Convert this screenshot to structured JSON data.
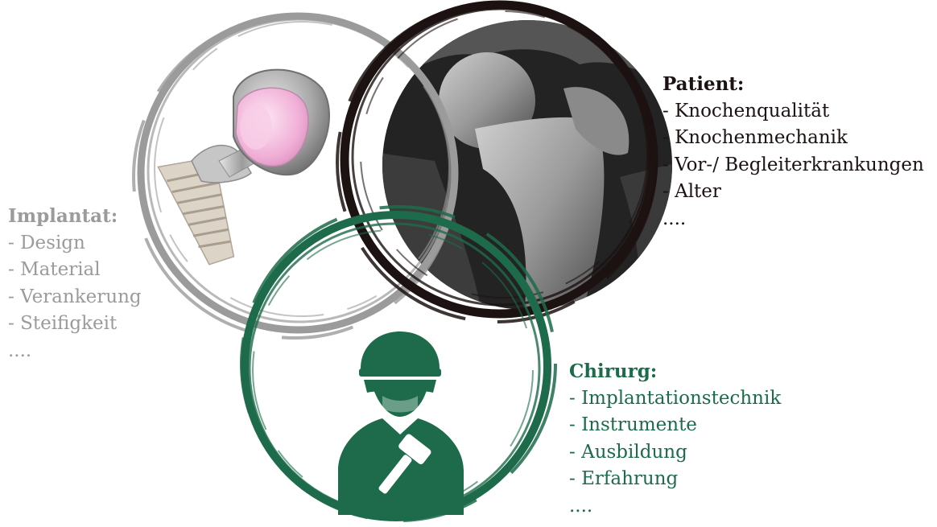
{
  "colors": {
    "implant": "#9b9b9b",
    "patient": "#1c1211",
    "surgeon": "#1d6b4a",
    "ceramic_pink": "#f3b9dc",
    "metal": "#b8b8b8"
  },
  "icons": {
    "implant_picture": "hip-prosthesis-icon",
    "patient_picture": "femur-mri-icon",
    "surgeon_picture": "surgeon-with-hammer-icon"
  },
  "implant": {
    "heading": "Implantat:",
    "items": [
      "- Design",
      "- Material",
      "- Verankerung",
      "- Steifigkeit",
      "...."
    ]
  },
  "patient": {
    "heading": "Patient:",
    "items": [
      "- Knochenqualität",
      "- Knochenmechanik",
      "- Vor-/ Begleiterkrankungen",
      "- Alter",
      "...."
    ]
  },
  "surgeon": {
    "heading": "Chirurg:",
    "items": [
      "- Implantationstechnik",
      "- Instrumente",
      "- Ausbildung",
      "- Erfahrung",
      "...."
    ]
  }
}
